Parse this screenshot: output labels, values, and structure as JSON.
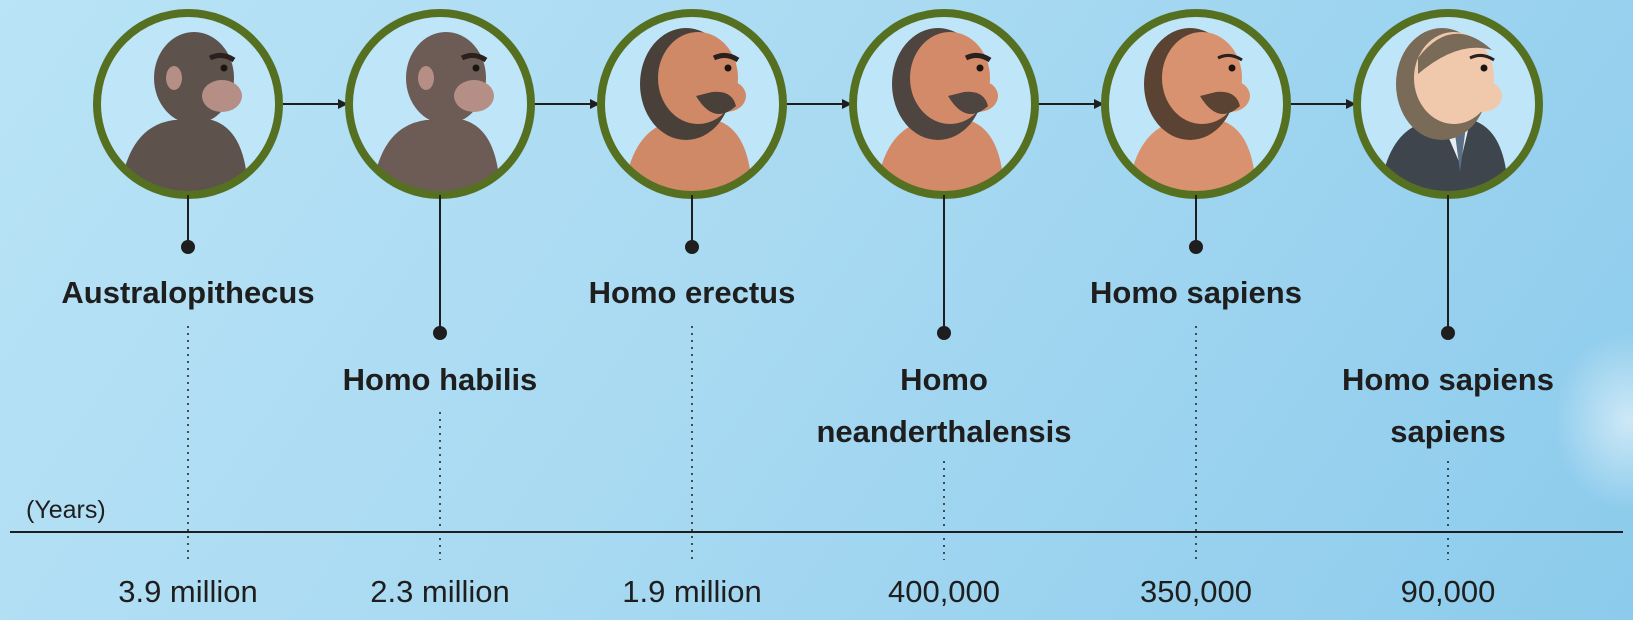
{
  "timeline": {
    "unit_label": "(Years)",
    "stages": [
      {
        "name": "Australopithecus",
        "age": "3.9 million",
        "icon": "australopithecus-portrait-icon",
        "skin": "#5e524d",
        "hair": "#2b2523"
      },
      {
        "name": "Homo habilis",
        "age": "2.3 million",
        "icon": "homo-habilis-portrait-icon",
        "skin": "#6d5b55",
        "hair": "#3a302c"
      },
      {
        "name": "Homo erectus",
        "age": "1.9 million",
        "icon": "homo-erectus-portrait-icon",
        "skin": "#d08966",
        "hair": "#4a403a"
      },
      {
        "name": "Homo neanderthalensis",
        "age": "400,000",
        "icon": "homo-neanderthalensis-portrait-icon",
        "skin": "#d38a68",
        "hair": "#4f4540"
      },
      {
        "name": "Homo sapiens",
        "age": "350,000",
        "icon": "homo-sapiens-portrait-icon",
        "skin": "#d9926f",
        "hair": "#5b4333"
      },
      {
        "name": "Homo sapiens sapiens",
        "age": "90,000",
        "icon": "homo-sapiens-sapiens-portrait-icon",
        "skin": "#f0c9ad",
        "hair": "#7a6a58"
      }
    ]
  },
  "colors": {
    "ring": "#557020",
    "ring_fill": "#bfe6f8",
    "line": "#1e1e1e",
    "text": "#1e1e1e"
  }
}
